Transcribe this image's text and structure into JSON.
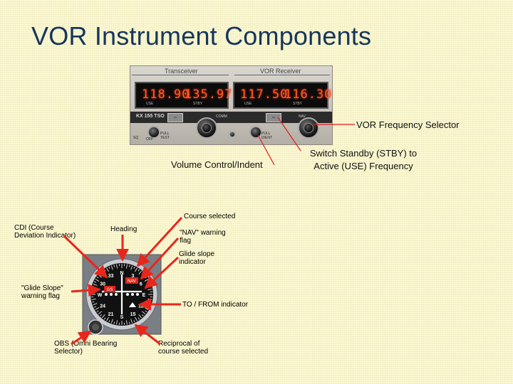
{
  "slide": {
    "title": "VOR Instrument Components"
  },
  "radio_panel": {
    "transceiver_label": "Transceiver",
    "receiver_label": "VOR Receiver",
    "com_use": "118.90",
    "com_stby": "135.97",
    "nav_use": "117.50",
    "nav_stby": "116.30",
    "use_label": "USE",
    "stby_label": "STBY",
    "model_label": "KX 155 TSO",
    "comm_label": "COMM",
    "nav_label": "NAV",
    "swap_symbol": "⇔",
    "off_label": "OFF",
    "pull_test": "PULL TEST",
    "pull_ident": "PULL IDENT",
    "squelch_label": "SQ"
  },
  "callouts": {
    "freq_selector": "VOR Frequency Selector",
    "volume_control": "Volume Control/Indent",
    "switch_standby": "Switch Standby (STBY) to Active (USE) Frequency"
  },
  "instrument": {
    "labels": {
      "cdi": "CDI (Course Deviation Indicator)",
      "heading": "Heading",
      "course_selected": "Course selected",
      "nav_flag": "\"NAV\" warning flag",
      "glide_slope_indicator": "Glide slope indicator",
      "glide_slope_flag": "\"Glide Slope\" warning flag",
      "to_from": "TO / FROM indicator",
      "obs": "OBS (Omni Bearing Selector)",
      "reciprocal": "Reciprocal of course selected"
    },
    "card_marks": [
      "N",
      "3",
      "6",
      "E",
      "12",
      "15",
      "S",
      "21",
      "24",
      "W",
      "30",
      "33"
    ],
    "flag_gs": "GS",
    "flag_nav": "NAV"
  },
  "colors": {
    "title": "#16365c",
    "leader": "#e11b1b",
    "arrow": "#e8261c",
    "display": "#ff5a2a"
  }
}
